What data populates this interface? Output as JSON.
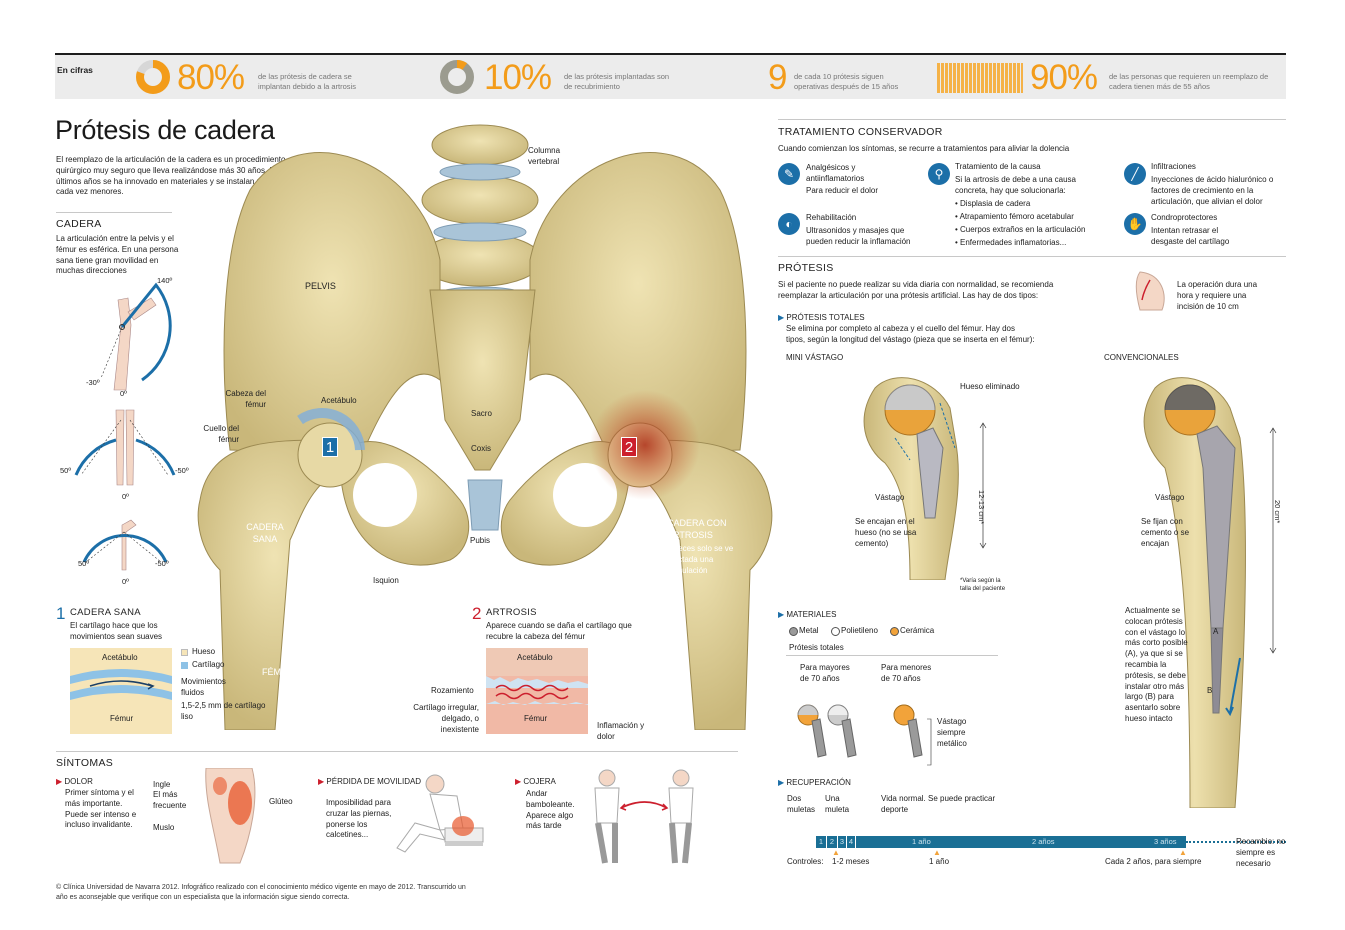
{
  "topbar": {
    "label": "En cifras",
    "s1": {
      "value": "80%",
      "text": "de las prótesis de cadera se implantan debido a la artrosis"
    },
    "s2": {
      "value": "10%",
      "text": "de las prótesis implantadas son de recubrimiento"
    },
    "s3": {
      "value": "9",
      "text": "de cada 10 prótesis siguen operativas después de 15 años"
    },
    "s4": {
      "value": "90%",
      "text": "de las personas que requieren un reemplazo de cadera tienen más de 55 años"
    }
  },
  "title": "Prótesis de cadera",
  "intro": "El reemplazo de la articulación de la cadera es un procedimiento quirúrgico muy seguro que lleva realizándose más 30 años. En los últimos años se ha innovado en materiales y se instalan prótesis cada vez menores.",
  "cadera": {
    "heading": "CADERA",
    "text": "La articulación entre la pelvis y el fémur es esférica. En una persona sana tiene gran movilidad en muchas direcciones",
    "angles": {
      "a1": "140º",
      "a2": "-30º",
      "a3": "0º",
      "a4": "50º",
      "a5": "-50º",
      "a6": "0º",
      "a7": "50º",
      "a8": "-50º",
      "a9": "0º"
    }
  },
  "anatomy": {
    "columna": "Columna vertebral",
    "pelvis": "PELVIS",
    "cabeza": "Cabeza del fémur",
    "acetabulo": "Acetábulo",
    "cuello": "Cuello del fémur",
    "sacro": "Sacro",
    "coxis": "Coxis",
    "pubis": "Pubis",
    "isquion": "Isquion",
    "femur": "FÉMUR",
    "sana": "CADERA SANA",
    "artrosis": "CADERA CON ARTROSIS",
    "artrosis_note": "A veces solo se ve afectada una articulación",
    "m1": "1",
    "m2": "2"
  },
  "sana": {
    "num": "1",
    "heading": "CADERA SANA",
    "text": "El cartílago hace que los movimientos sean suaves",
    "acetabulo": "Acetábulo",
    "femur": "Fémur",
    "legend": [
      "Hueso",
      "Cartílago"
    ],
    "movimientos": "Movimientos fluidos",
    "mm": "1,5-2,5 mm de cartílago liso"
  },
  "art": {
    "num": "2",
    "heading": "ARTROSIS",
    "text": "Aparece cuando se daña el cartílago que recubre la cabeza del fémur",
    "acetabulo": "Acetábulo",
    "femur": "Fémur",
    "rozamiento": "Rozamiento",
    "cartilago": "Cartílago irregular, delgado, o inexistente",
    "inflamacion": "Inflamación y dolor"
  },
  "sintomas": {
    "heading": "SÍNTOMAS",
    "dolor": {
      "title": "DOLOR",
      "text": "Primer síntoma y el más importante. Puede ser intenso e incluso invalidante.",
      "ingle": "Ingle",
      "frecuente": "El más frecuente",
      "muslo": "Muslo",
      "gluteo": "Glúteo"
    },
    "perdida": {
      "title": "PÉRDIDA DE MOVILIDAD",
      "text": "Imposibilidad para cruzar las piernas, ponerse los calcetines..."
    },
    "cojera": {
      "title": "COJERA",
      "text": "Andar bamboleante. Aparece algo más tarde"
    }
  },
  "footer": "© Clínica Universidad de Navarra 2012. Infográfico realizado con el conocimiento médico vigente en mayo de 2012. Transcurrido un año es aconsejable que verifique con un especialista que la información sigue siendo correcta.",
  "tratamiento": {
    "heading": "TRATAMIENTO CONSERVADOR",
    "intro": "Cuando comienzan los síntomas, se recurre a tratamientos para aliviar la dolencia",
    "analg": {
      "title": "Analgésicos y antiinflamatorios",
      "text": "Para reducir el dolor"
    },
    "rehab": {
      "title": "Rehabilitación",
      "text": "Ultrasonidos y masajes que pueden reducir la inflamación"
    },
    "causa": {
      "title": "Tratamiento de la causa",
      "text": "Si la artrosis de debe a una causa concreta, hay que solucionarla:",
      "items": [
        "• Displasia de cadera",
        "• Atrapamiento fémoro acetabular",
        "• Cuerpos extraños en la articulación",
        "• Enfermedades inflamatorias..."
      ]
    },
    "infil": {
      "title": "Infiltraciones",
      "text": "Inyecciones de ácido hialurónico o factores de crecimiento en la articulación, que alivian el dolor"
    },
    "condro": {
      "title": "Condroprotectores",
      "text": "Intentan retrasar el desgaste del cartílago"
    }
  },
  "protesis": {
    "heading": "PRÓTESIS",
    "intro": "Si el paciente no puede realizar su vida diaria con normalidad, se recomienda reemplazar la articulación por una prótesis artificial. Las hay de dos tipos:",
    "operacion": "La operación dura una hora y requiere una incisión de 10 cm",
    "totales": {
      "title": "PRÓTESIS TOTALES",
      "text": "Se elimina por completo al cabeza y el cuello del fémur. Hay dos tipos, según la longitud del vástago (pieza que se inserta en el fémur):"
    },
    "mini": {
      "title": "MINI VÁSTAGO",
      "hueso": "Hueso eliminado",
      "vastago": "Vástago",
      "encajan": "Se encajan en el hueso (no se usa cemento)",
      "medida": "12-13 cm*",
      "nota": "*Varía según la talla del paciente"
    },
    "conv": {
      "title": "CONVENCIONALES",
      "vastago": "Vástago",
      "fijan": "Se fijan con cemento o se encajan",
      "medida": "20 cm*",
      "a": "A",
      "b": "B",
      "actualmente": "Actualmente se colocan prótesis con el vástago lo más corto posible (A), ya que si se recambia la prótesis, se debe instalar otro más largo (B) para asentarlo sobre hueso intacto"
    }
  },
  "materiales": {
    "title": "MATERIALES",
    "items": [
      "Metal",
      "Polietileno",
      "Cerámica"
    ],
    "colors": [
      "#9a9a9a",
      "#ffffff",
      "#f2a33a"
    ],
    "sub": "Prótesis totales",
    "mayores": "Para mayores de 70 años",
    "menores": "Para menores de 70 años",
    "vastago": "Vástago siempre metálico"
  },
  "recuperacion": {
    "title": "RECUPERACIÓN",
    "dos": "Dos muletas",
    "una": "Una muleta",
    "vida": "Vida normal. Se puede practicar deporte",
    "steps": [
      "1",
      "2",
      "3",
      "4"
    ],
    "y1": "1 año",
    "y2": "2 años",
    "y3": "3 años",
    "recambio": "Recambio: no siempre es necesario",
    "controles": "Controles:",
    "c1": "1-2 meses",
    "c2": "1 año",
    "c3": "Cada 2 años, para siempre"
  }
}
